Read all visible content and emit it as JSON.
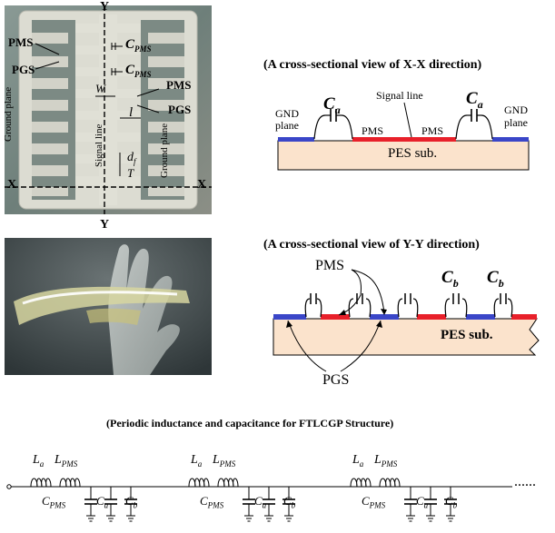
{
  "chip": {
    "axis_y_top": "Y",
    "axis_y_bottom": "Y",
    "axis_x_left": "X",
    "axis_x_right": "X",
    "label_pms_left": "PMS",
    "label_pgs_left": "PGS",
    "label_cpms_top_sym": "C",
    "label_cpms_top_sub": "PMS",
    "label_cpms_2_sym": "C",
    "label_cpms_2_sub": "PMS",
    "label_pms_right": "PMS",
    "label_pgs_right": "PGS",
    "label_w": "W",
    "label_l": "l",
    "label_df_sym": "d",
    "label_df_sub": "f",
    "label_t": "T",
    "label_ground_left": "Ground plane",
    "label_signal": "Signal line",
    "label_ground_right": "Ground plane"
  },
  "xx": {
    "title": "(A cross-sectional view of X-X direction)",
    "ca_left_sym": "C",
    "ca_left_sub": "a",
    "ca_right_sym": "C",
    "ca_right_sub": "a",
    "signal_line": "Signal line",
    "gnd_left_1": "GND",
    "gnd_left_2": "plane",
    "gnd_right_1": "GND",
    "gnd_right_2": "plane",
    "pms_1": "PMS",
    "pms_2": "PMS",
    "substrate": "PES sub."
  },
  "yy": {
    "title": "(A cross-sectional view of Y-Y direction)",
    "pms": "PMS",
    "cb_1_sym": "C",
    "cb_1_sub": "b",
    "cb_2_sym": "C",
    "cb_2_sub": "b",
    "substrate": "PES sub.",
    "pgs": "PGS"
  },
  "circuit": {
    "title": "(Periodic inductance and capacitance for FTLCGP Structure)",
    "cells": [
      {
        "la_sym": "L",
        "la_sub": "a",
        "lpms_sym": "L",
        "lpms_sub": "PMS",
        "cpms_sym": "C",
        "cpms_sub": "PMS",
        "ca_sym": "C",
        "ca_sub": "a",
        "cb_sym": "C",
        "cb_sub": "b"
      },
      {
        "la_sym": "L",
        "la_sub": "a",
        "lpms_sym": "L",
        "lpms_sub": "PMS",
        "cpms_sym": "C",
        "cpms_sub": "PMS",
        "ca_sym": "C",
        "ca_sub": "a",
        "cb_sym": "C",
        "cb_sub": "b"
      },
      {
        "la_sym": "L",
        "la_sub": "a",
        "lpms_sym": "L",
        "lpms_sub": "PMS",
        "cpms_sym": "C",
        "cpms_sub": "PMS",
        "ca_sym": "C",
        "ca_sub": "a",
        "cb_sym": "C",
        "cb_sub": "b"
      }
    ],
    "ellipsis": "......"
  },
  "colors": {
    "gnd_blue": "#3a46c8",
    "pms_red": "#e8202a",
    "substrate": "#fbe3cc",
    "chip_bg": "#7a8a86",
    "metal": "#d9d9cf"
  }
}
